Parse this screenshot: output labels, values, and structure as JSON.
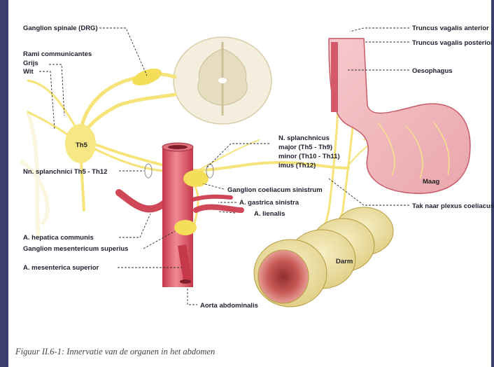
{
  "labels": {
    "ganglion_spinale": "Ganglion spinale (DRG)",
    "rami_communicantes": "Rami communicantes",
    "grijs": "Grijs",
    "wit": "Wit",
    "th5": "Th5",
    "nn_splanchnici": "Nn. splanchnici Th5 - Th12",
    "n_splanchnicus": "N. splanchnicus",
    "major": "major (Th5 - Th9)",
    "minor": "minor (Th10 - Th11)",
    "imus": "imus (Th12)",
    "ganglion_coeliacum": "Ganglion coeliacum sinistrum",
    "a_gastrica": "A. gastrica sinistra",
    "a_lienalis": "A. lienalis",
    "a_hepatica": "A. hepatica communis",
    "ganglion_mesentericum": "Ganglion mesentericum superius",
    "a_mesenterica": "A. mesenterica superior",
    "aorta": "Aorta abdominalis",
    "truncus_anterior": "Truncus vagalis anterior",
    "truncus_posterior": "Truncus vagalis posterior",
    "oesophagus": "Oesophagus",
    "tak_plexus": "Tak naar plexus coeliacus",
    "maag": "Maag",
    "darm": "Darm"
  },
  "caption": "Figuur II.6-1: Innervatie van de organen in het abdomen"
}
